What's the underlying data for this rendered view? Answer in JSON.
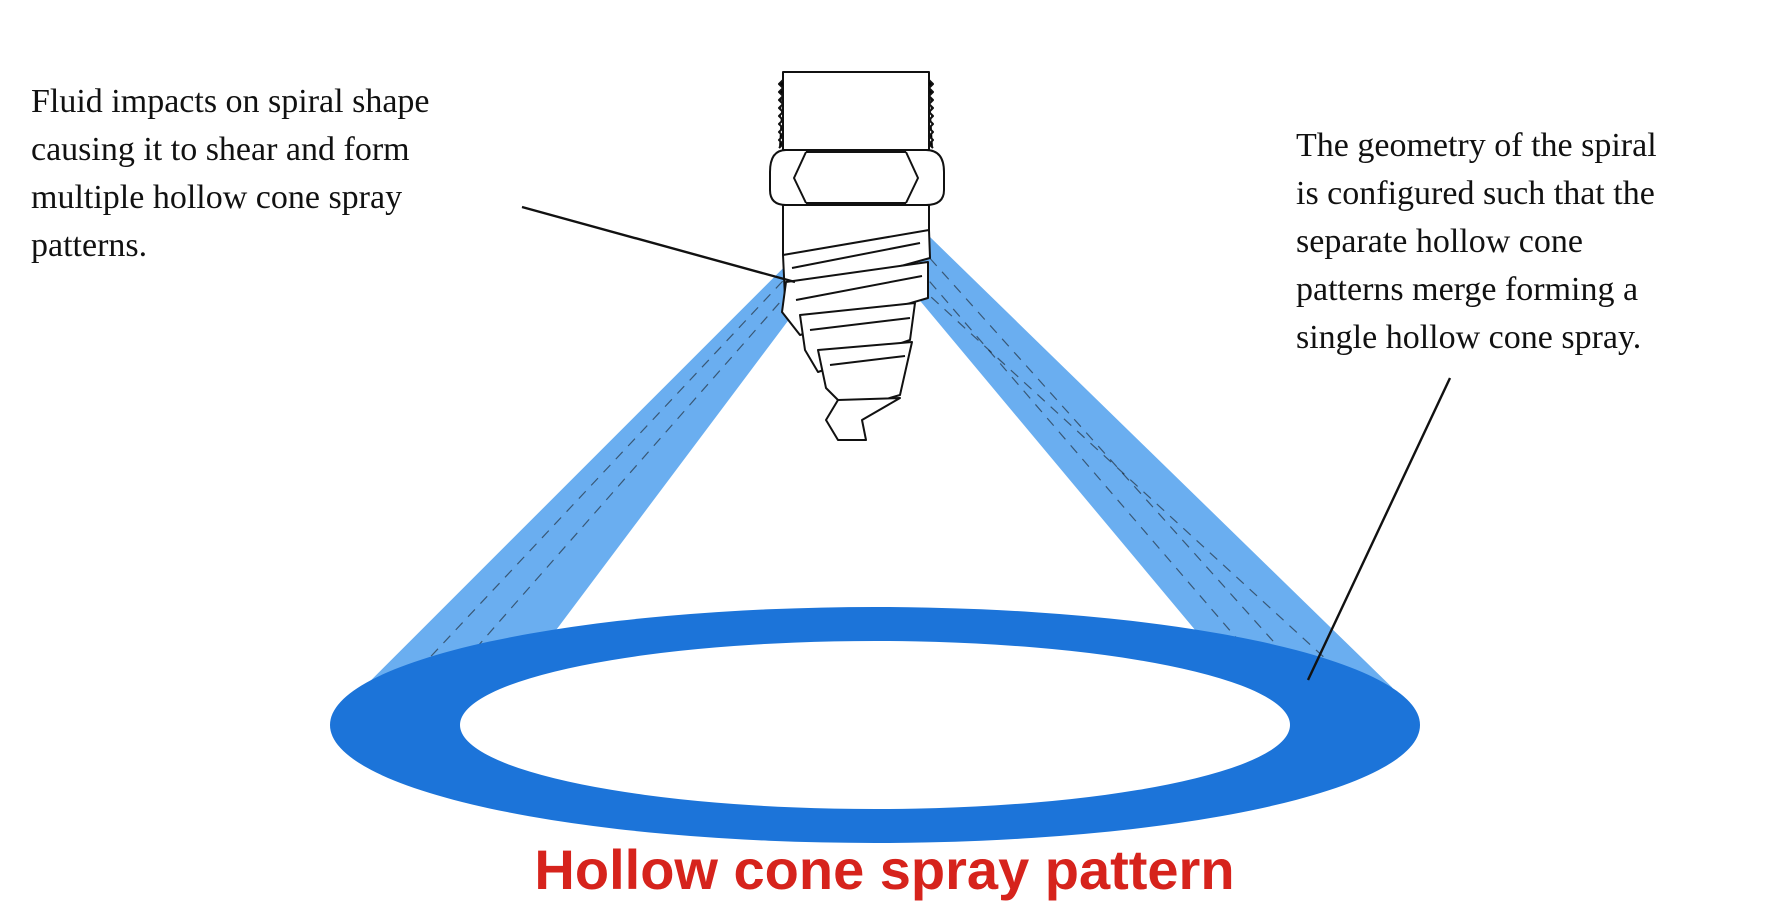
{
  "callouts": {
    "left": {
      "lines": [
        "Fluid impacts on spiral shape",
        "causing it to shear and form",
        "multiple hollow cone spray",
        "patterns."
      ]
    },
    "right": {
      "lines": [
        "The geometry of the spiral",
        "is configured such that the",
        "separate hollow cone",
        "patterns merge forming a",
        "single hollow cone spray."
      ]
    }
  },
  "caption": "Hollow cone spray pattern",
  "colors": {
    "spray": "#1c74d9",
    "spray_light": "#6aaef0",
    "caption": "#d6231c",
    "outline": "#111111"
  },
  "icons": [
    "spiral-nozzle-icon"
  ]
}
